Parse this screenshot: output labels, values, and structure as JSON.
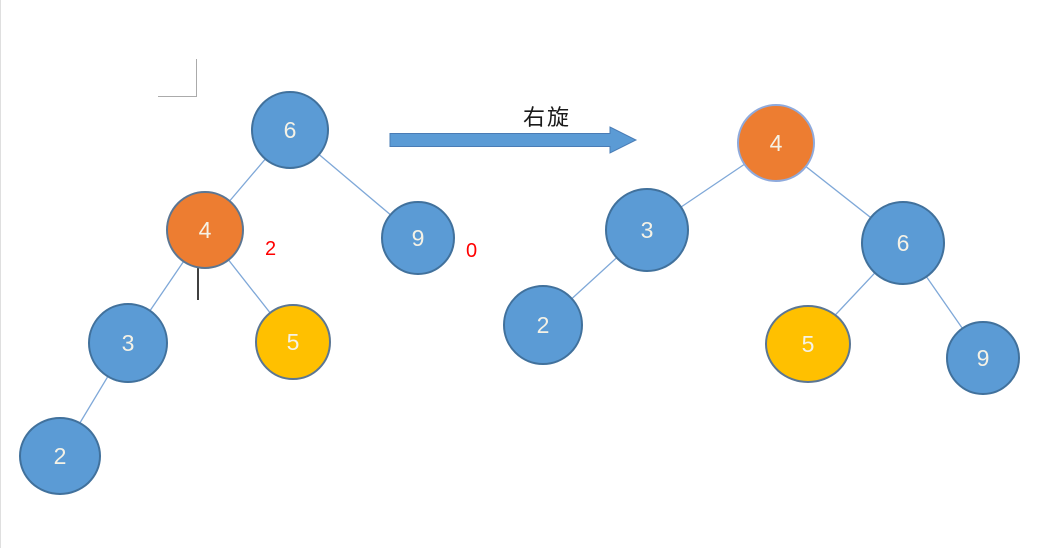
{
  "diagram": {
    "title": "binary-tree-right-rotation",
    "arrow": {
      "label": "右旋"
    },
    "annotations": {
      "balance_factor_node4": "2",
      "balance_factor_node9": "0"
    },
    "colors": {
      "node_blue": "#5B9BD5",
      "node_blue_border": "#41719C",
      "node_orange": "#ED7D31",
      "node_orange_border_left": "#5B7693",
      "node_orange_border_right": "#8FAADC",
      "node_yellow": "#FFC000",
      "edge_line": "#7FA8D8",
      "arrow_fill": "#5B9BD5",
      "annotation_red": "#FF0000",
      "node_text": "#F5F2E6"
    },
    "trees": {
      "left": {
        "nodes": [
          {
            "value": "6",
            "color": "blue"
          },
          {
            "value": "4",
            "color": "orange"
          },
          {
            "value": "9",
            "color": "blue"
          },
          {
            "value": "3",
            "color": "blue"
          },
          {
            "value": "5",
            "color": "yellow"
          },
          {
            "value": "2",
            "color": "blue"
          }
        ],
        "edges": [
          "6-4",
          "6-9",
          "4-3",
          "4-5",
          "3-2"
        ]
      },
      "right": {
        "nodes": [
          {
            "value": "4",
            "color": "orange"
          },
          {
            "value": "3",
            "color": "blue"
          },
          {
            "value": "6",
            "color": "blue"
          },
          {
            "value": "2",
            "color": "blue"
          },
          {
            "value": "5",
            "color": "yellow"
          },
          {
            "value": "9",
            "color": "blue"
          }
        ],
        "edges": [
          "4-3",
          "4-6",
          "3-2",
          "6-5",
          "6-9"
        ]
      }
    }
  }
}
